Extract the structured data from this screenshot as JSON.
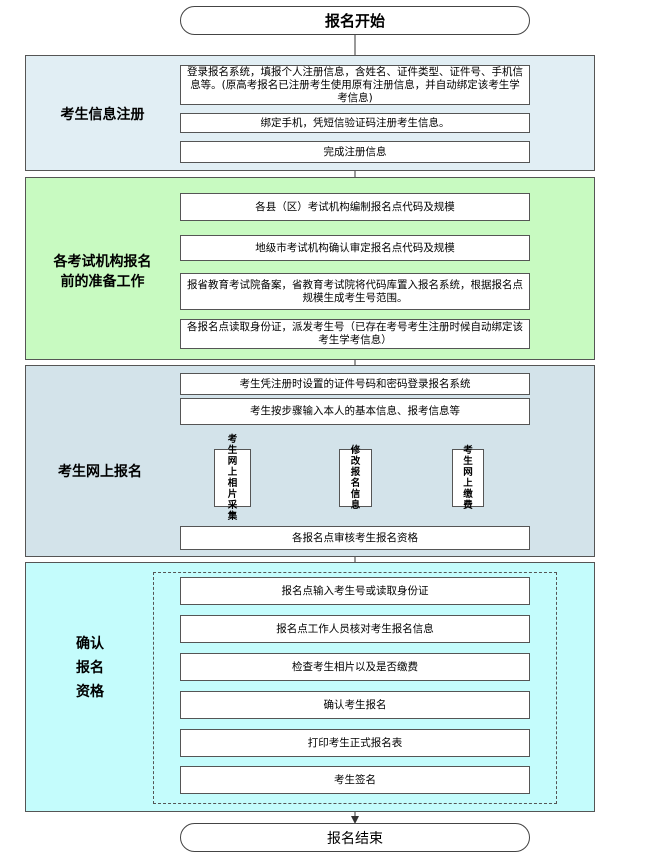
{
  "start_label": "报名开始",
  "end_label": "报名结束",
  "sections": {
    "register": {
      "label": "考生信息注册",
      "steps": [
        "登录报名系统，填报个人注册信息，含姓名、证件类型、证件号、手机信息等。(原高考报名已注册考生使用原有注册信息，并自动绑定该考生学考信息)",
        "绑定手机，凭短信验证码注册考生信息。",
        "完成注册信息"
      ]
    },
    "prepare": {
      "label_line1": "各考试机构报名",
      "label_line2": "前的准备工作",
      "steps": [
        "各县（区）考试机构编制报名点代码及规模",
        "地级市考试机构确认审定报名点代码及规模",
        "报省教育考试院备案，省教育考试院将代码库置入报名系统，根据报名点规模生成考生号范围。",
        "各报名点读取身份证，派发考生号（已存在考号考生注册时候自动绑定该考生学考信息）"
      ]
    },
    "online": {
      "label": "考生网上报名",
      "steps": [
        "考生凭注册时设置的证件号码和密码登录报名系统",
        "考生按步骤输入本人的基本信息、报考信息等"
      ],
      "branches": [
        "考生网上相片采集",
        "修改报名信息",
        "考生网上缴费"
      ],
      "review": "各报名点审核考生报名资格"
    },
    "confirm": {
      "label_line1": "确认",
      "label_line2": "报名",
      "label_line3": "资格",
      "steps": [
        "报名点输入考生号或读取身份证",
        "报名点工作人员核对考生报名信息",
        "检查考生相片以及是否缴费",
        "确认考生报名",
        "打印考生正式报名表",
        "考生签名"
      ]
    }
  },
  "colors": {
    "register_bg": "#e1eef4",
    "prepare_bg": "#c8fac1",
    "online_bg": "#d3e3ea",
    "confirm_bg": "#c4fcfc"
  }
}
